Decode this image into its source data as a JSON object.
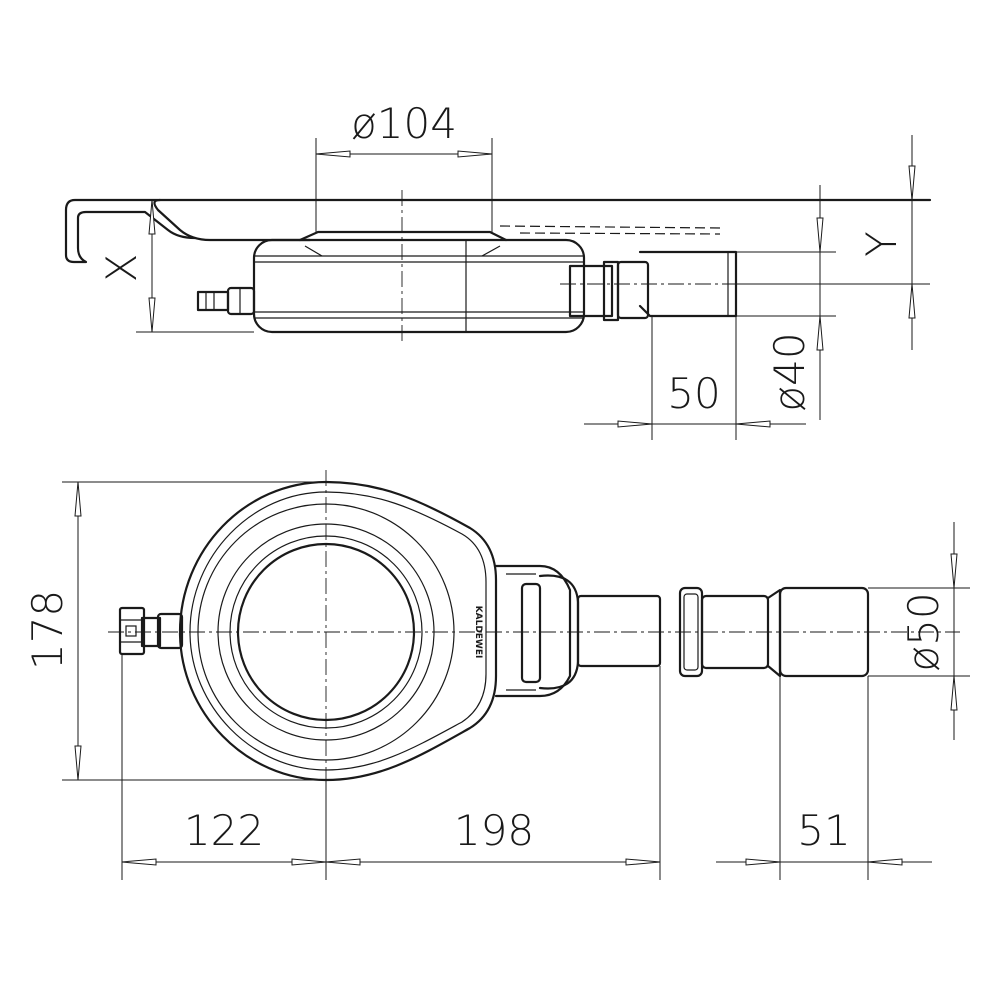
{
  "dimensions": {
    "top_diameter": "ø104",
    "height_x": "X",
    "height_y": "Y",
    "outlet_offset": "50",
    "outlet_diameter": "ø40",
    "total_height": "178",
    "left_width": "122",
    "body_width": "198",
    "adapter_length": "51",
    "adapter_diameter": "ø50"
  },
  "brand_text": "KALDEWEI"
}
